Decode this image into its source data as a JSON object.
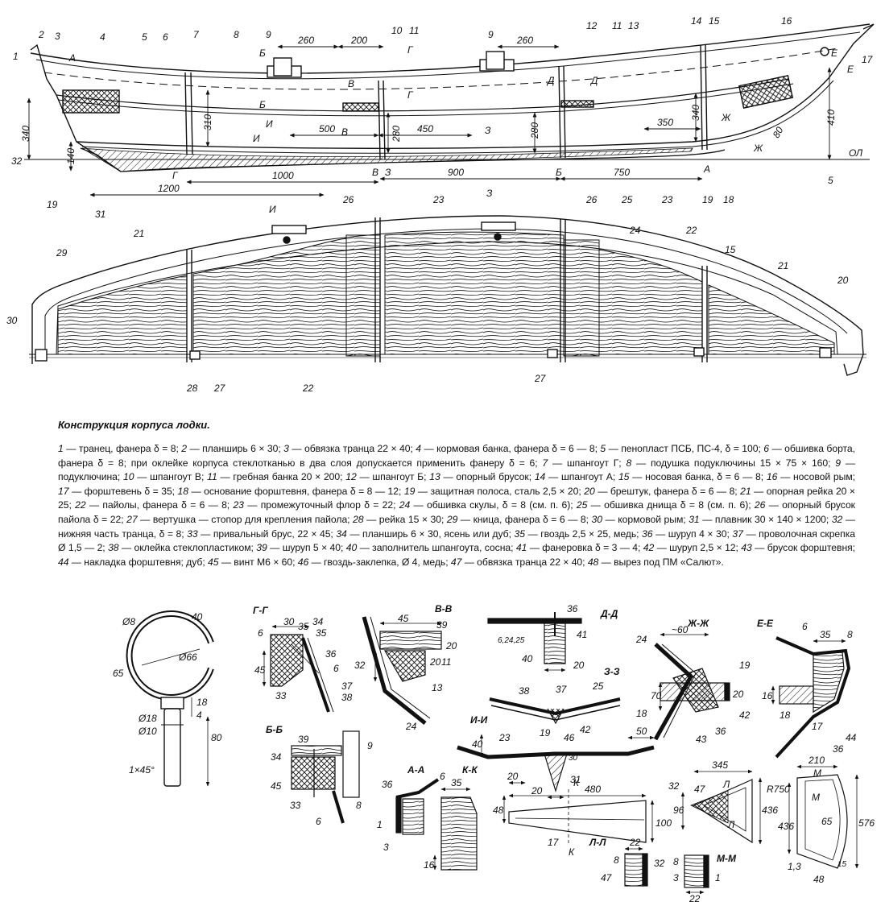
{
  "caption": {
    "title": "Конструкция корпуса лодки.",
    "legend": [
      {
        "n": "1",
        "t": " — транец, фанера δ = 8; "
      },
      {
        "n": "2",
        "t": " — планширь 6 × 30; "
      },
      {
        "n": "3",
        "t": " — обвязка транца 22 × 40; "
      },
      {
        "n": "4",
        "t": " — кормовая банка, фанера δ = 6 — 8; "
      },
      {
        "n": "5",
        "t": " — пенопласт ПСБ, ПС-4, δ = 100; "
      },
      {
        "n": "6",
        "t": " — обшивка борта, фанера δ = 8; при оклейке корпуса стеклотканью в два слоя допускается применить фанеру δ = 6; "
      },
      {
        "n": "7",
        "t": " — шпангоут Г; "
      },
      {
        "n": "8",
        "t": " — подушка подуключины 15 × 75 × 160; "
      },
      {
        "n": "9",
        "t": " — подуключина; "
      },
      {
        "n": "10",
        "t": " — шпангоут В; "
      },
      {
        "n": "11",
        "t": " — гребная банка 20 × 200; "
      },
      {
        "n": "12",
        "t": " — шпангоут Б; "
      },
      {
        "n": "13",
        "t": " — опорный брусок; "
      },
      {
        "n": "14",
        "t": " — шпангоут А; "
      },
      {
        "n": "15",
        "t": " — носовая банка, δ = 6 — 8; "
      },
      {
        "n": "16",
        "t": " — носовой рым; "
      },
      {
        "n": "17",
        "t": " — форштевень δ = 35; "
      },
      {
        "n": "18",
        "t": " — основание форштевня, фанера δ = 8 — 12; "
      },
      {
        "n": "19",
        "t": " — защитная полоса, сталь 2,5 × 20; "
      },
      {
        "n": "20",
        "t": " — брештук, фанера δ = 6 — 8; "
      },
      {
        "n": "21",
        "t": " — опорная рейка 20 × 25; "
      },
      {
        "n": "22",
        "t": " — пайолы, фанера δ = 6 — 8; "
      },
      {
        "n": "23",
        "t": " — промежуточный флор δ = 22; "
      },
      {
        "n": "24",
        "t": " — обшивка скулы, δ = 8 (см. п. 6); "
      },
      {
        "n": "25",
        "t": " — обшивка днища δ = 8 (см. п. 6); "
      },
      {
        "n": "26",
        "t": " — опорный брусок пайола δ = 22; "
      },
      {
        "n": "27",
        "t": " — вертушка — стопор для крепления пайола; "
      },
      {
        "n": "28",
        "t": " — рейка 15 × 30; "
      },
      {
        "n": "29",
        "t": " — кница, фанера δ = 6 — 8; "
      },
      {
        "n": "30",
        "t": " — кормовой рым; "
      },
      {
        "n": "31",
        "t": " — плавник 30 × 140 × 1200; "
      },
      {
        "n": "32",
        "t": " — нижняя часть транца, δ = 8; "
      },
      {
        "n": "33",
        "t": " — привальный брус, 22 × 45; "
      },
      {
        "n": "34",
        "t": " — планширь 6 × 30, ясень или дуб; "
      },
      {
        "n": "35",
        "t": " — гвоздь 2,5 × 25, медь; "
      },
      {
        "n": "36",
        "t": " — шуруп 4 × 30; "
      },
      {
        "n": "37",
        "t": " — проволочная скрепка Ø 1,5 — 2; "
      },
      {
        "n": "38",
        "t": " — оклейка стеклопластиком; "
      },
      {
        "n": "39",
        "t": " — шуруп 5 × 40; "
      },
      {
        "n": "40",
        "t": " — заполнитель шпангоута, сосна; "
      },
      {
        "n": "41",
        "t": " — фанеровка δ = 3 — 4; "
      },
      {
        "n": "42",
        "t": " — шуруп 2,5 × 12; "
      },
      {
        "n": "43",
        "t": " — брусок форштевня; "
      },
      {
        "n": "44",
        "t": " — накладка форштевня; дуб; "
      },
      {
        "n": "45",
        "t": " — винт М6 × 60; "
      },
      {
        "n": "46",
        "t": " — гвоздь-заклепка, Ø 4, медь; "
      },
      {
        "n": "47",
        "t": " — обвязка транца 22 × 40; "
      },
      {
        "n": "48",
        "t": " — вырез под ПМ «Салют»."
      }
    ]
  },
  "side_view": {
    "part_labels": [
      "1",
      "2",
      "3",
      "4",
      "5",
      "6",
      "7",
      "8",
      "9",
      "10",
      "11",
      "9",
      "12",
      "11",
      "13",
      "14",
      "15",
      "16",
      "17",
      "32",
      "19",
      "31",
      "26",
      "23",
      "26",
      "25",
      "23",
      "19",
      "18",
      "5"
    ],
    "station_letters": [
      "А",
      "Б",
      "Б",
      "Г",
      "Г",
      "В",
      "В",
      "Д",
      "Д",
      "И",
      "И",
      "З",
      "З",
      "Ж",
      "Ж",
      "Е",
      "Е",
      "Г",
      "В",
      "Б",
      "А",
      "И",
      "З"
    ],
    "dimensions": [
      "260",
      "200",
      "260",
      "340",
      "310",
      "500",
      "450",
      "280",
      "280",
      "350",
      "340",
      "410",
      "140",
      "1000",
      "900",
      "750",
      "1200",
      "80"
    ],
    "waterline_label": "ОЛ"
  },
  "plan_view": {
    "part_labels": [
      "21",
      "29",
      "30",
      "28",
      "27",
      "22",
      "27",
      "24",
      "22",
      "15",
      "21",
      "20"
    ]
  },
  "sections": {
    "titles": [
      "Г-Г",
      "В-В",
      "Д-Д",
      "Ж-Ж",
      "Е-Е",
      "Б-Б",
      "З-З",
      "И-И",
      "А-А",
      "К-К",
      "Л-Л",
      "М-М"
    ],
    "ring": {
      "dims": [
        "Ø8",
        "40",
        "Ø66",
        "65",
        "18",
        "4",
        "Ø18",
        "Ø10",
        "80",
        "1×45°"
      ]
    },
    "gg": {
      "dims": [
        "30",
        "6",
        "45",
        "35"
      ],
      "parts": [
        "34",
        "35",
        "36",
        "6",
        "33"
      ]
    },
    "vv": {
      "dims": [
        "45",
        "20",
        "32",
        "20"
      ],
      "parts": [
        "39",
        "11",
        "13",
        "37",
        "38",
        "24"
      ]
    },
    "dd": {
      "dims": [
        "6,24,25",
        "20"
      ],
      "parts": [
        "36",
        "41",
        "40"
      ]
    },
    "zz": {
      "parts": [
        "38",
        "37",
        "25",
        "19",
        "42"
      ]
    },
    "ii": {
      "dims": [
        "40",
        "50",
        "20"
      ],
      "parts": [
        "23",
        "46",
        "30",
        "31"
      ]
    },
    "zhzh": {
      "dims": [
        "~60",
        "70",
        "20"
      ],
      "parts": [
        "24",
        "19",
        "18",
        "42",
        "43",
        "36"
      ]
    },
    "ee": {
      "dims": [
        "35",
        "8",
        "16"
      ],
      "parts": [
        "6",
        "18",
        "17",
        "36",
        "44"
      ]
    },
    "bb": {
      "parts": [
        "39",
        "34",
        "9",
        "45",
        "33",
        "8",
        "6"
      ]
    },
    "aa": {
      "parts": [
        "36",
        "6",
        "1",
        "3"
      ]
    },
    "kk": {
      "dims": [
        "35",
        "16"
      ]
    },
    "keel": {
      "dims": [
        "48",
        "20",
        "480",
        "100"
      ],
      "parts": [
        "17"
      ],
      "marks": [
        "К",
        "К"
      ]
    },
    "ll": {
      "dims": [
        "22",
        "8",
        "32"
      ],
      "parts": [
        "47"
      ]
    },
    "mm": {
      "dims": [
        "8",
        "22"
      ],
      "parts": [
        "3",
        "1"
      ]
    },
    "transom": {
      "dims": [
        "345",
        "96",
        "436"
      ],
      "parts": [
        "32",
        "47"
      ],
      "marks": [
        "Л",
        "Л"
      ]
    },
    "transom2": {
      "dims": [
        "210",
        "R750",
        "436",
        "576",
        "65",
        "15"
      ],
      "parts": [
        "1,3",
        "48"
      ],
      "marks": [
        "М",
        "М"
      ]
    }
  }
}
